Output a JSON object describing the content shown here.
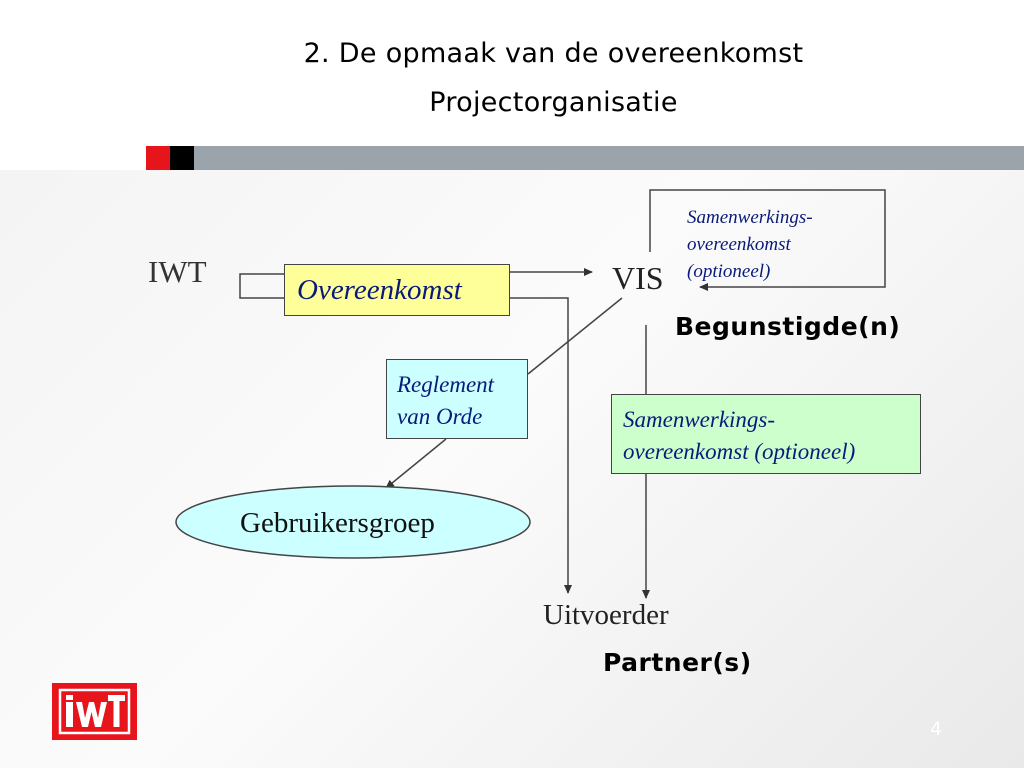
{
  "header": {
    "title": "2. De opmaak van de overeenkomst",
    "subtitle": "Projectorganisatie"
  },
  "diagram": {
    "iwt": "IWT",
    "overeenkomst": "Overeenkomst",
    "vis": "VIS",
    "samenwerking_top": [
      "Samenwerkings-",
      "overeenkomst",
      "(optioneel)"
    ],
    "begunstigde": "Begunstigde(n)",
    "reglement": [
      "Reglement",
      "van Orde"
    ],
    "samenwerking_mid": [
      "Samenwerkings-",
      "overeenkomst (optioneel)"
    ],
    "gebruikersgroep": "Gebruikersgroep",
    "uitvoerder": "Uitvoerder",
    "partner": "Partner(s)"
  },
  "logo": {
    "text": "IWT"
  },
  "footer": {
    "page_number": "4"
  },
  "colors": {
    "accent_red": "#e8141c",
    "bar_grey": "#9ba3ab",
    "box_yellow": "#ffff99",
    "box_cyan": "#ccffff",
    "box_green": "#ccffcc",
    "ellipse_fill": "#ccffff",
    "italic_text": "#0a1a7a"
  }
}
